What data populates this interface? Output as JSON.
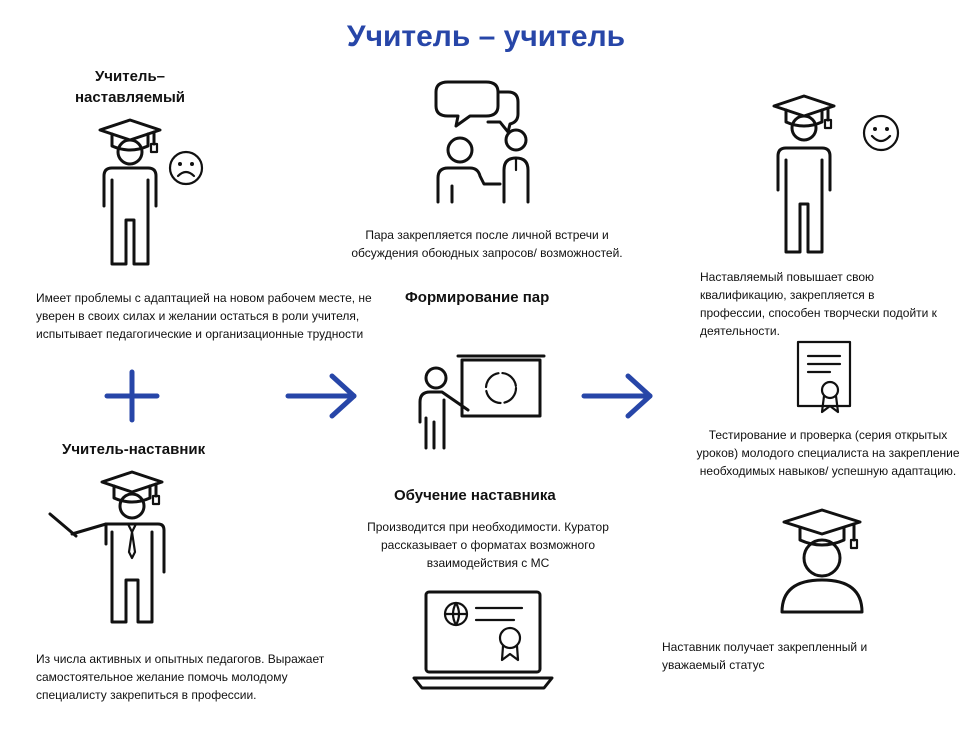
{
  "title": "Учитель – учитель",
  "left": {
    "mentee_heading": "Учитель–\nнаставляемый",
    "mentee_desc": "Имеет проблемы с адаптацией на новом рабочем месте, не уверен в своих силах и желании остаться в роли учителя, испытывает педагогические и организационные трудности",
    "mentor_heading": "Учитель-наставник",
    "mentor_desc": "Из числа активных и опытных педагогов. Выражает самостоятельное желание помочь молодому специалисту закрепиться в профессии."
  },
  "middle": {
    "pair_desc": "Пара закрепляется после личной встречи и обсуждения обоюдных запросов/ возможностей.",
    "pair_heading": "Формирование пар",
    "training_heading": "Обучение наставника",
    "training_desc": "Производится при необходимости. Куратор рассказывает о форматах возможного взаимодействия с МС"
  },
  "right": {
    "mentee_result": "Наставляемый повышает свою квалификацию, закрепляется в профессии, способен творчески подойти к деятельности.",
    "testing": "Тестирование и проверка (серия открытых уроков) молодого специалиста на закрепление необходимых навыков/ успешную адаптацию.",
    "mentor_result": "Наставник получает закрепленный и уважаемый статус"
  },
  "icons": {
    "sad_face": "sad-face-icon",
    "happy_face": "happy-face-icon",
    "plus": "plus-icon",
    "arrow": "arrow-right-icon",
    "conversation": "conversation-icon",
    "presentation": "presentation-board-icon",
    "laptop": "laptop-certificate-icon",
    "certificate": "certificate-icon",
    "graduate": "graduate-icon"
  },
  "colors": {
    "accent": "#2746a8",
    "text": "#111111",
    "background": "#ffffff"
  }
}
